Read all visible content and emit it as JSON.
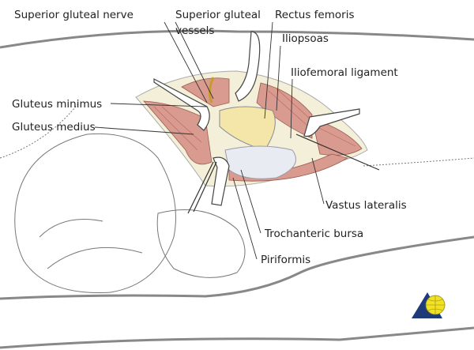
{
  "labels": {
    "superior_gluteal_nerve": "Superior gluteal nerve",
    "superior_gluteal_vessels_1": "Superior gluteal",
    "superior_gluteal_vessels_2": "vessels",
    "rectus_femoris": "Rectus femoris",
    "iliopsoas": "Iliopsoas",
    "iliofemoral_ligament": "Iliofemoral ligament",
    "gluteus_minimus": "Gluteus minimus",
    "gluteus_medius": "Gluteus medius",
    "vastus_lateralis": "Vastus lateralis",
    "trochanteric_bursa": "Trochanteric bursa",
    "piriformis": "Piriformis"
  },
  "colors": {
    "muscle": "#d99a8f",
    "femoral_head": "#f3e6a8",
    "logo_triangle": "#1f3a78",
    "logo_globe": "#f2e021"
  }
}
